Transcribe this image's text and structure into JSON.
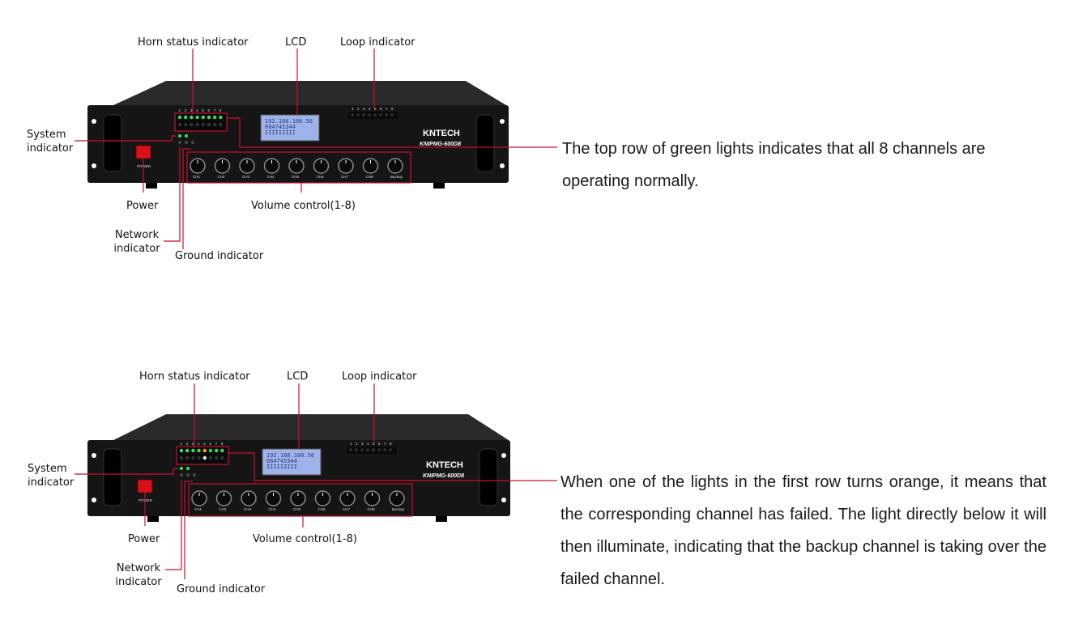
{
  "panels": [
    {
      "labels": {
        "horn": "Horn status indicator",
        "lcd": "LCD",
        "loop": "Loop indicator",
        "system": "System indicator",
        "power": "Power",
        "network": "Network indicator",
        "ground": "Ground indicator",
        "volume": "Volume control(1-8)"
      },
      "device": {
        "brand": "KNTECH",
        "model": "KNIPMG-600D8",
        "power_label": "POWER",
        "lcd_lines": [
          "192.168.100.56",
          "664745344",
          "IIIIIIIII"
        ],
        "channels": [
          "CH1",
          "CH2",
          "CH3",
          "CH4",
          "CH5",
          "CH6",
          "CH7",
          "CH8",
          "Backup"
        ],
        "led_numbers": [
          "1",
          "2",
          "3",
          "4",
          "5",
          "6",
          "7",
          "8"
        ]
      },
      "description": "The top row of green lights indicates that all 8 channels are operating normally."
    },
    {
      "labels": {
        "horn": "Horn status indicator",
        "lcd": "LCD",
        "loop": "Loop indicator",
        "system": "System indicator",
        "power": "Power",
        "network": "Network indicator",
        "ground": "Ground indicator",
        "volume": "Volume control(1-8)"
      },
      "device": {
        "brand": "KNTECH",
        "model": "KNIPMG-600D8",
        "power_label": "POWER",
        "lcd_lines": [
          "192.168.100.56",
          "664745344",
          "IIIIIIIII"
        ],
        "channels": [
          "CH1",
          "CH2",
          "CH3",
          "CH4",
          "CH5",
          "CH6",
          "CH7",
          "CH8",
          "Backup"
        ],
        "led_numbers": [
          "1",
          "2",
          "3",
          "4",
          "5",
          "6",
          "7",
          "8"
        ]
      },
      "description": "When one of the lights in the first row turns orange, it means that the corresponding channel has failed. The light directly below it will then illuminate, indicating that the backup channel is taking over the failed channel."
    }
  ],
  "colors": {
    "callout_line": "#c8102e",
    "device_body": "#151515",
    "led_green": "#3ddc5a",
    "led_orange": "#ff9a1a",
    "power_switch": "#d8101a",
    "lcd": "#9fb2ea"
  }
}
